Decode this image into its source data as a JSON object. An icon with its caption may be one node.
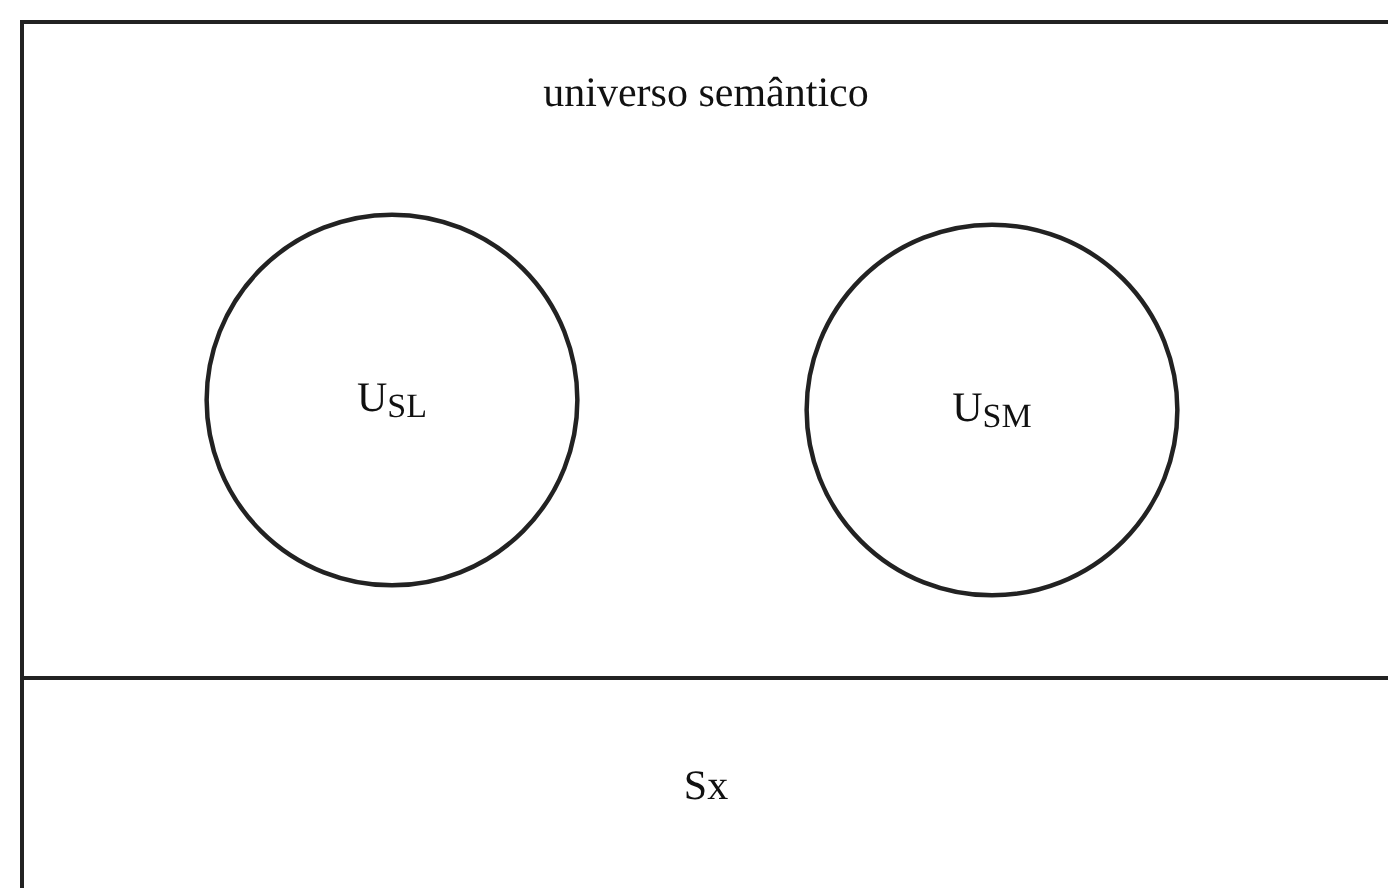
{
  "diagram": {
    "nodes": [
      {
        "text": [
          "universo semântico"
        ]
      },
      {
        "text": [
          "U$_{SL}$"
        ],
        "in": 0
      },
      {
        "text": [
          "U$_{SM}$"
        ],
        "in": 0
      },
      {
        "text": [
          "Sx"
        ]
      }
    ]
  }
}
